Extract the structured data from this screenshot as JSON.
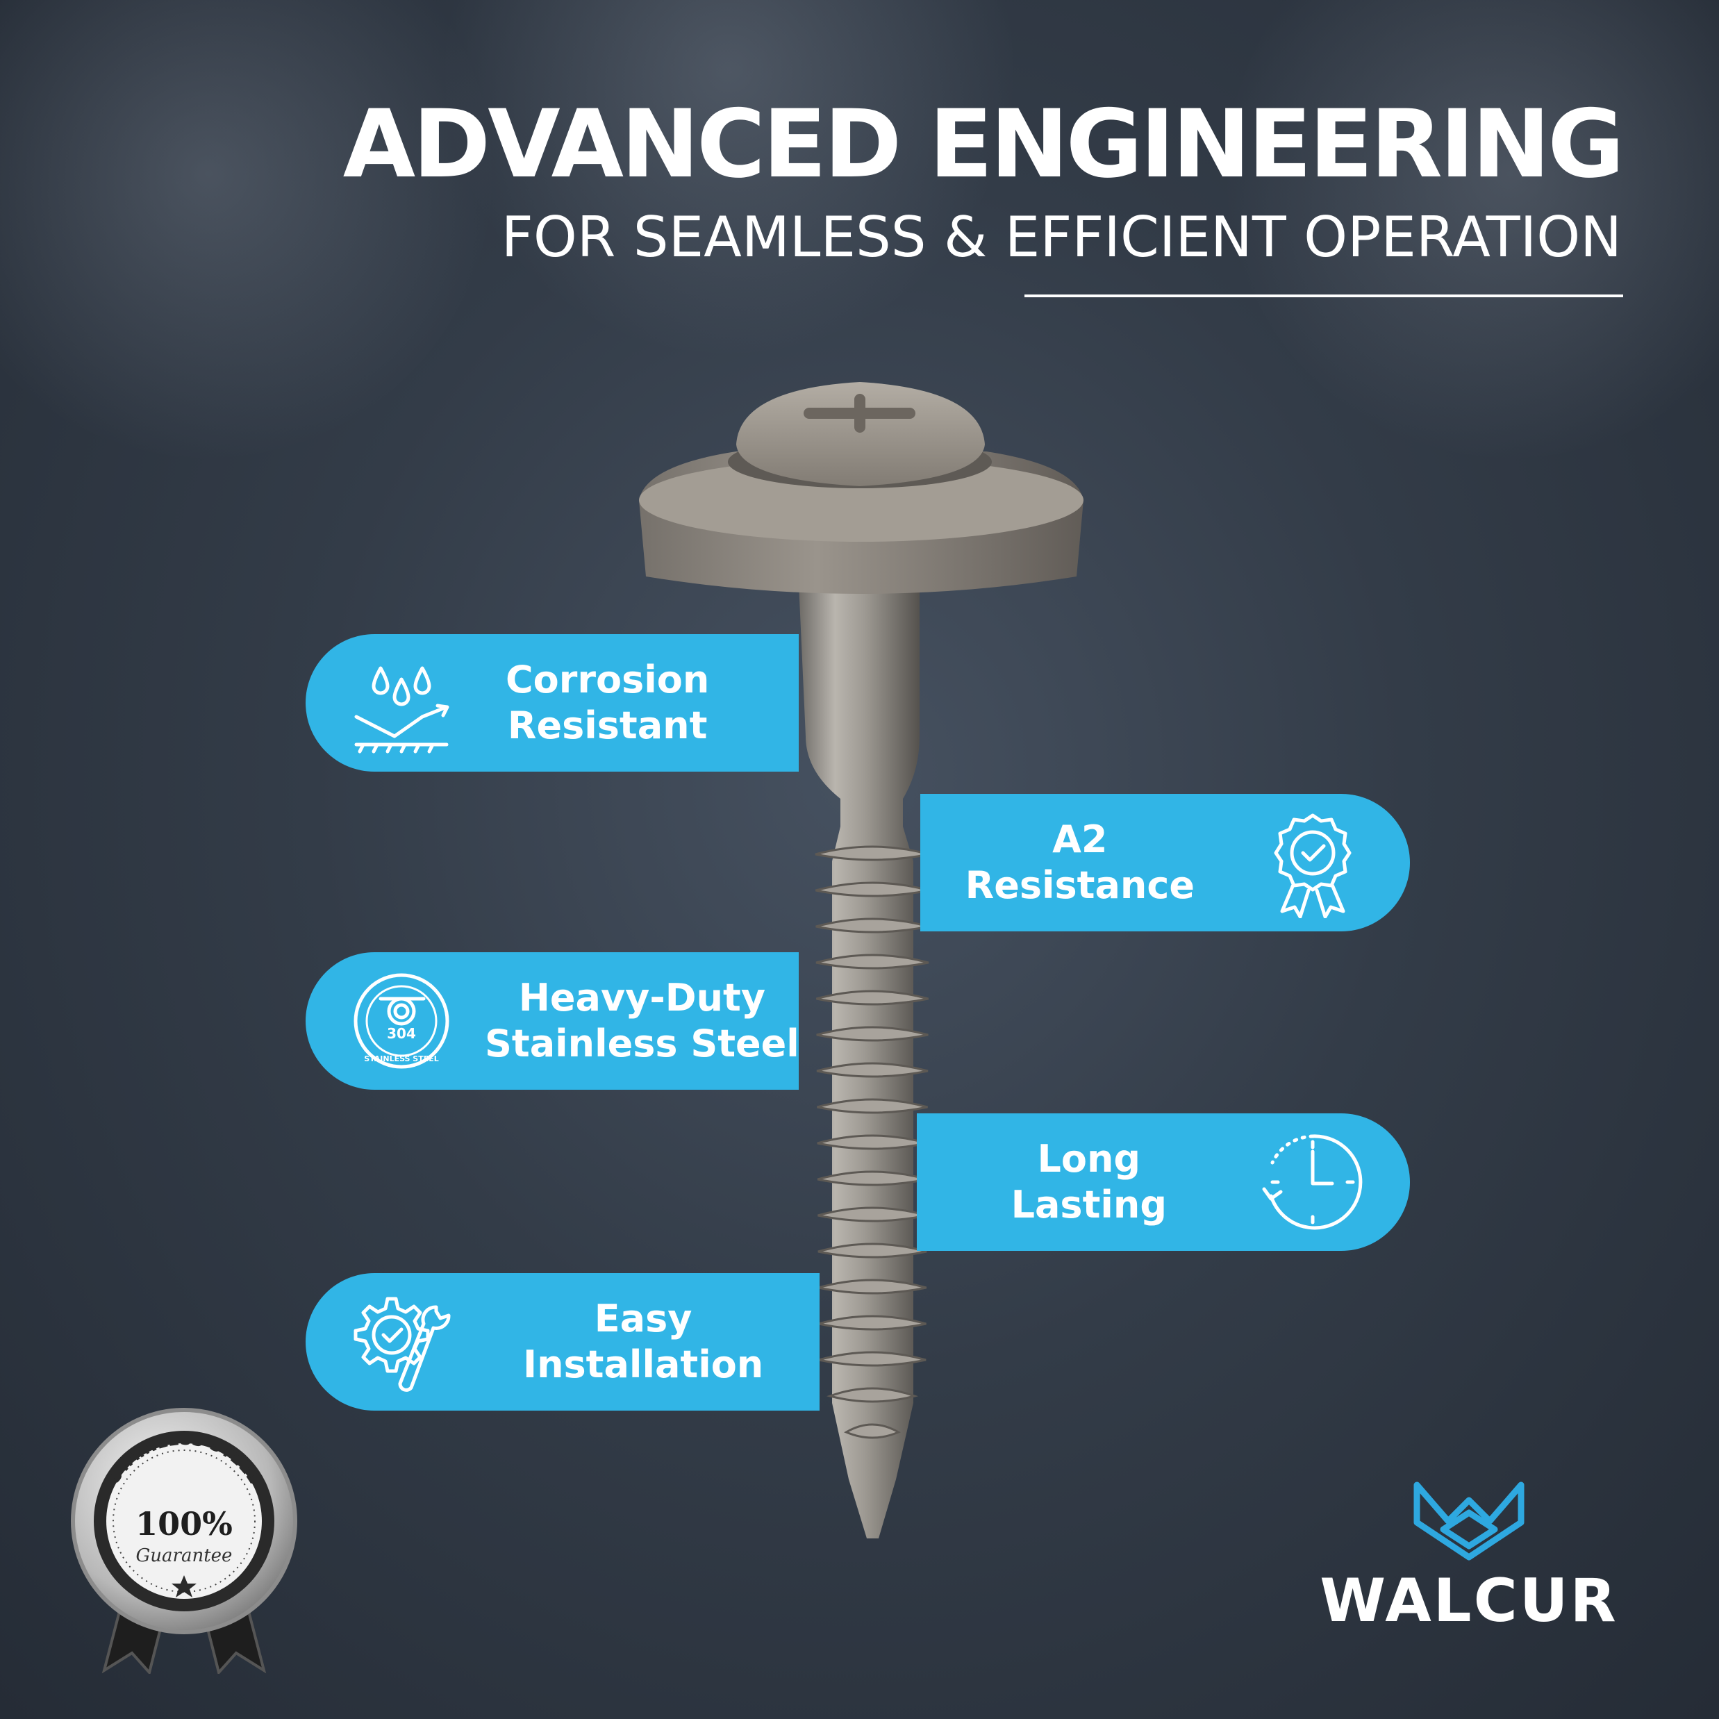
{
  "headline": "ADVANCED ENGINEERING",
  "subheadline": "FOR SEAMLESS & EFFICIENT OPERATION",
  "features": [
    {
      "line1": "Corrosion",
      "line2": "Resistant",
      "icon": "water-drops-icon"
    },
    {
      "line1": "A2",
      "line2": "Resistance",
      "icon": "award-ribbon-icon"
    },
    {
      "line1": "Heavy-Duty",
      "line2": "Stainless Steel",
      "icon": "stainless-steel-304-icon"
    },
    {
      "line1": "Long",
      "line2": "Lasting",
      "icon": "clock-icon"
    },
    {
      "line1": "Easy",
      "line2": "Installation",
      "icon": "gear-wrench-icon"
    }
  ],
  "badge": {
    "top_text": "STAINLESS STEEL",
    "percent": "100%",
    "script_text": "Guarantee"
  },
  "badge_304_text": "304",
  "badge_304_ring_text": "STAINLESS STEEL",
  "brand": "WALCUR",
  "colors": {
    "accent": "#31b5e6",
    "background": "#333c48",
    "text": "#ffffff",
    "logo": "#2ea8e0"
  }
}
